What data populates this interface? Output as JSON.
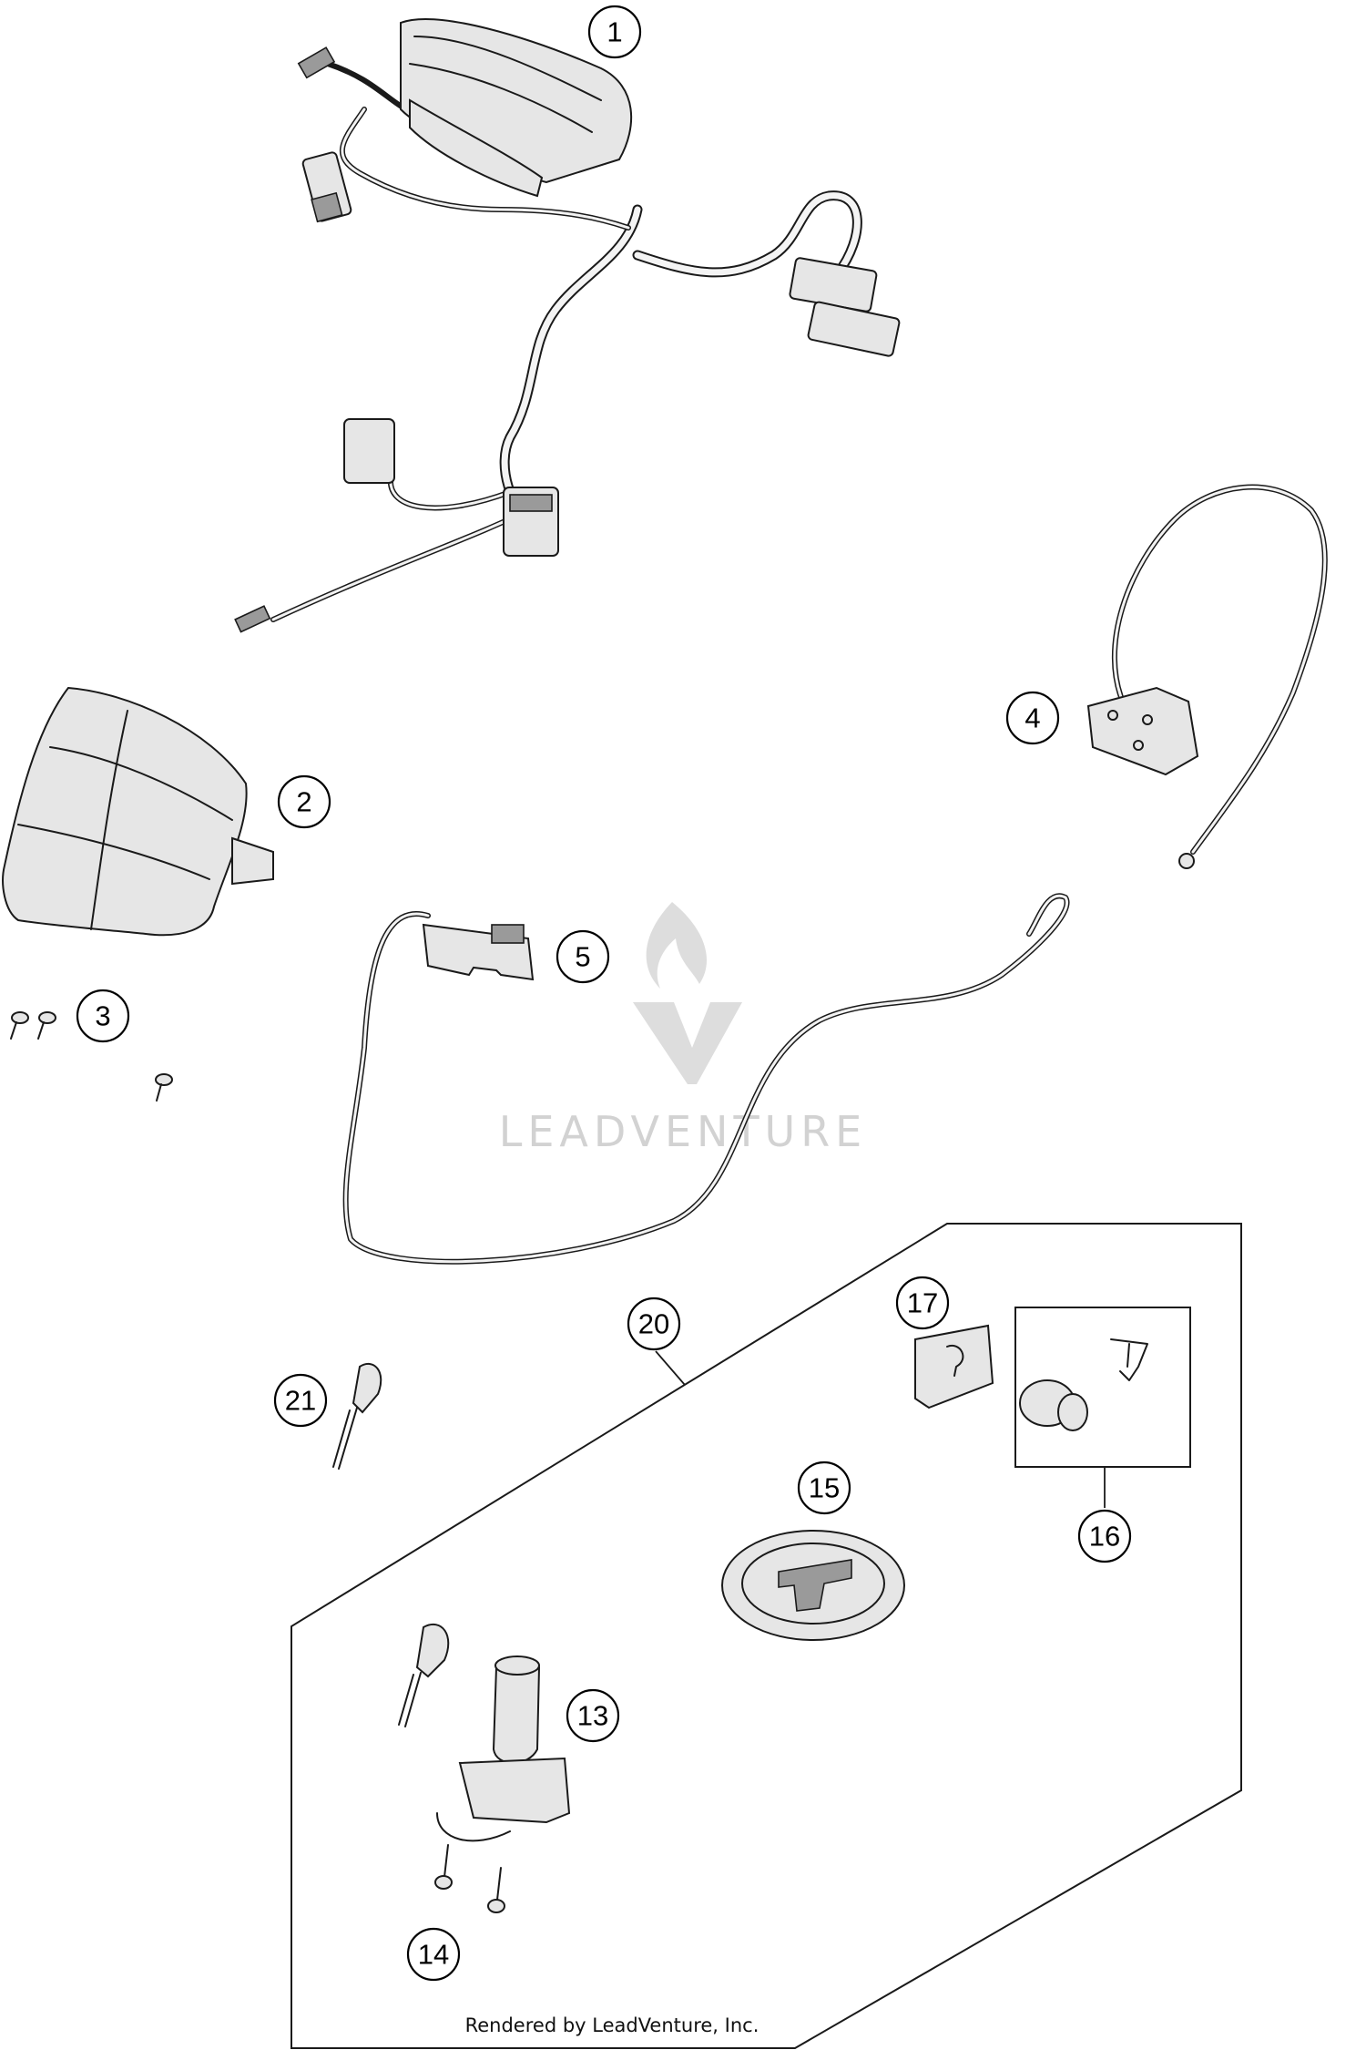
{
  "callouts": [
    {
      "id": "1",
      "label": "1"
    },
    {
      "id": "2",
      "label": "2"
    },
    {
      "id": "3",
      "label": "3"
    },
    {
      "id": "4",
      "label": "4"
    },
    {
      "id": "5",
      "label": "5"
    },
    {
      "id": "13",
      "label": "13"
    },
    {
      "id": "14",
      "label": "14"
    },
    {
      "id": "15",
      "label": "15"
    },
    {
      "id": "16",
      "label": "16"
    },
    {
      "id": "17",
      "label": "17"
    },
    {
      "id": "20",
      "label": "20"
    },
    {
      "id": "21",
      "label": "21"
    }
  ],
  "watermark": {
    "text": "LEADVENTURE"
  },
  "credit": {
    "text": "Rendered by LeadVenture, Inc."
  }
}
